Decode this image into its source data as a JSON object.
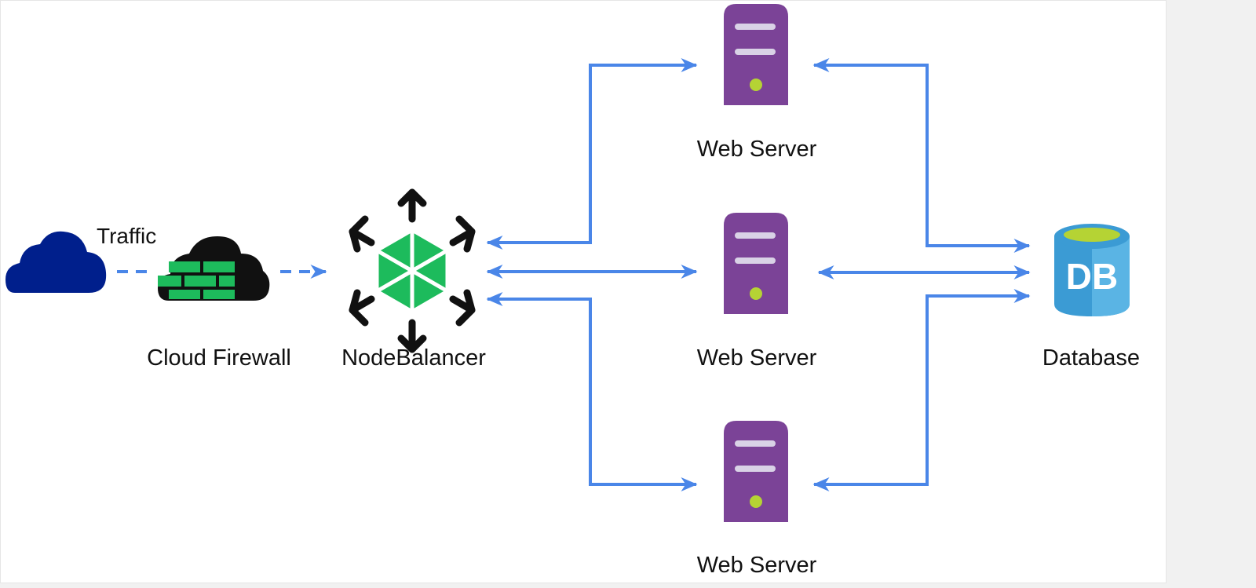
{
  "labels": {
    "traffic": "Traffic",
    "cloud_firewall": "Cloud Firewall",
    "nodebalancer": "NodeBalancer",
    "web_server_1": "Web Server",
    "web_server_2": "Web Server",
    "web_server_3": "Web Server",
    "database": "Database",
    "db_icon_text": "DB"
  },
  "colors": {
    "connector": "#4a86e8",
    "internet_cloud": "#001f8c",
    "firewall_cloud": "#111111",
    "firewall_bricks": "#1dbb5c",
    "nodebalancer_frame": "#111111",
    "nodebalancer_core": "#1dbb5c",
    "server_body": "#7b4397",
    "server_slot": "#d9d2e6",
    "server_led": "#b5d334",
    "database_body": "#3b9bd4",
    "database_top": "#b5d334"
  },
  "icons": {
    "internet": "cloud-icon",
    "firewall": "firewall-icon",
    "load_balancer": "nodebalancer-icon",
    "server": "server-icon",
    "database": "database-icon"
  }
}
